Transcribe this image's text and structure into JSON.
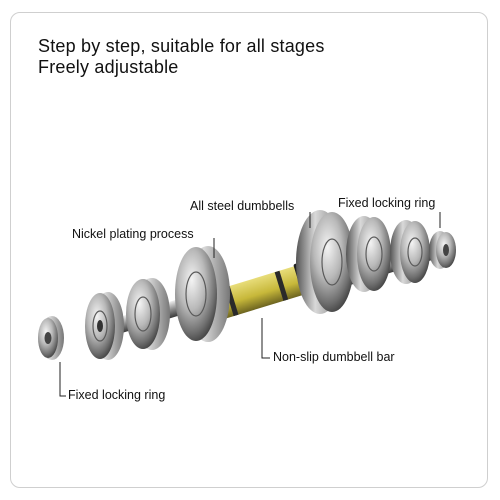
{
  "headline": {
    "line1": "Step by step, suitable for all stages",
    "line2": "Freely adjustable"
  },
  "callouts": {
    "all_steel": "All steel dumbbells",
    "fixed_ring_top": "Fixed locking ring",
    "nickel": "Nickel plating process",
    "non_slip": "Non-slip dumbbell bar",
    "fixed_ring_bottom": "Fixed locking ring"
  },
  "colors": {
    "grip": "#cfc24a",
    "metal": "#9a9a9a",
    "leader": "#222222"
  }
}
